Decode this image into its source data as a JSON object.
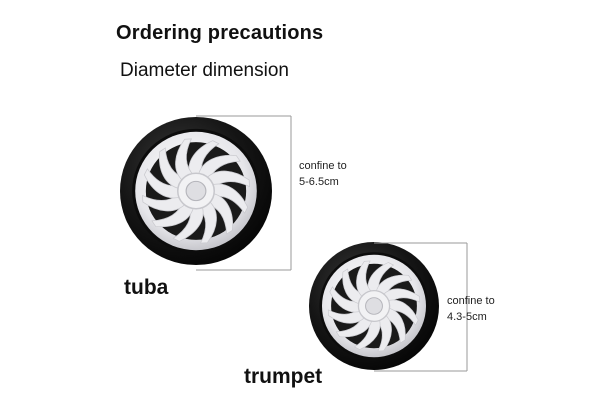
{
  "heading": "Ordering precautions",
  "subheading": "Diameter dimension",
  "products": [
    {
      "name": "tuba",
      "size_note_line1": "confine to",
      "size_note_line2": "5-6.5cm"
    },
    {
      "name": "trumpet",
      "size_note_line1": "confine to",
      "size_note_line2": "4.3-5cm"
    }
  ],
  "colors": {
    "tire": "#151515",
    "hub": "#e9e9ec",
    "spoke_gap": "#1a1a1a",
    "guide_line": "#9a9a9a"
  },
  "icons": [
    "large-wheel",
    "small-wheel"
  ]
}
